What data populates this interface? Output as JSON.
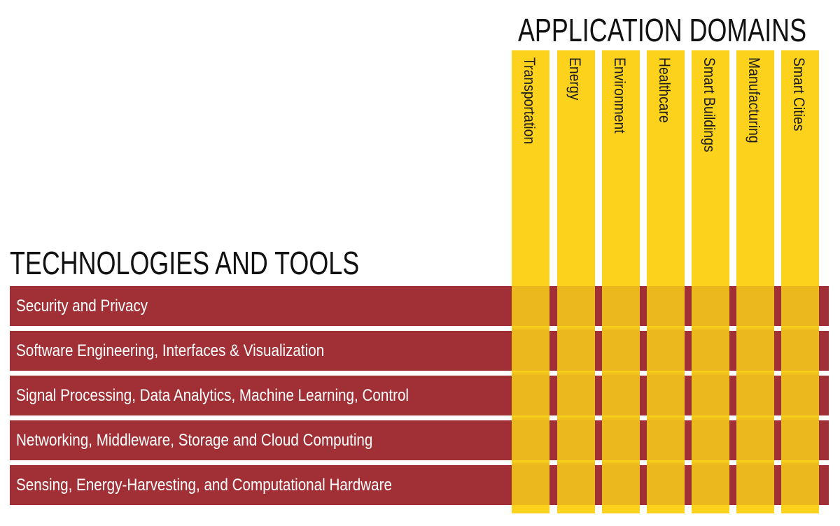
{
  "titles": {
    "domains": "APPLICATION DOMAINS",
    "technologies": "TECHNOLOGIES AND TOOLS"
  },
  "domains": [
    "Transportation",
    "Energy",
    "Environment",
    "Healthcare",
    "Smart Buildings",
    "Manufacturing",
    "Smart Cities"
  ],
  "technologies": [
    "Security and Privacy",
    "Software Engineering, Interfaces & Visualization",
    "Signal Processing, Data Analytics, Machine Learning, Control",
    "Networking, Middleware, Storage and Cloud Computing",
    "Sensing, Energy-Harvesting, and Computational Hardware"
  ],
  "colors": {
    "technology_bar": "#a03036",
    "domain_column": "#fcd21c",
    "overlap": "#ebb81d",
    "text_dark": "#111111",
    "text_light": "#ffffff"
  }
}
